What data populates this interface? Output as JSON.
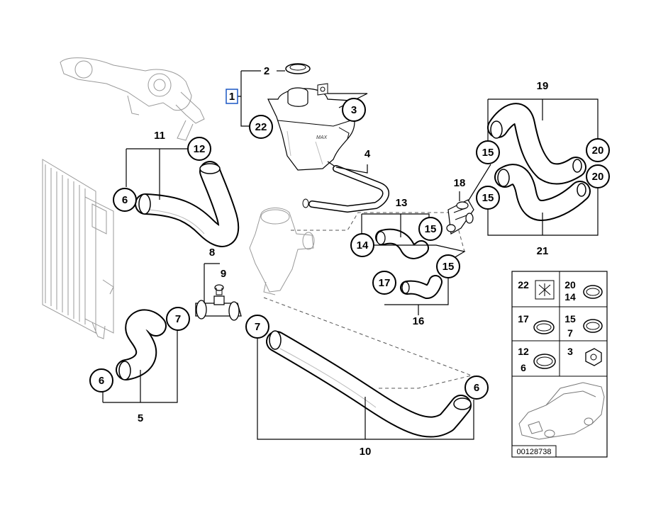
{
  "diagram": {
    "part_labels": {
      "p1": "1",
      "p2": "2",
      "p3": "3",
      "p4": "4",
      "p5": "5",
      "p6a": "6",
      "p6b": "6",
      "p6c": "6",
      "p7a": "7",
      "p7b": "7",
      "p8": "8",
      "p9": "9",
      "p10": "10",
      "p11": "11",
      "p12": "12",
      "p13": "13",
      "p14": "14",
      "p15a": "15",
      "p15b": "15",
      "p15c": "15",
      "p15d": "15",
      "p16": "16",
      "p17": "17",
      "p18": "18",
      "p19": "19",
      "p20a": "20",
      "p20b": "20",
      "p21": "21",
      "p22": "22"
    },
    "tank_marking": "MAX"
  },
  "legend": {
    "cell_22": "22",
    "cell_20_14": "20\n14",
    "cell_20": "20",
    "cell_14": "14",
    "cell_17": "17",
    "cell_15": "15",
    "cell_7": "7",
    "cell_12": "12",
    "cell_6": "6",
    "cell_3": "3",
    "drawing_code": "00128738"
  }
}
